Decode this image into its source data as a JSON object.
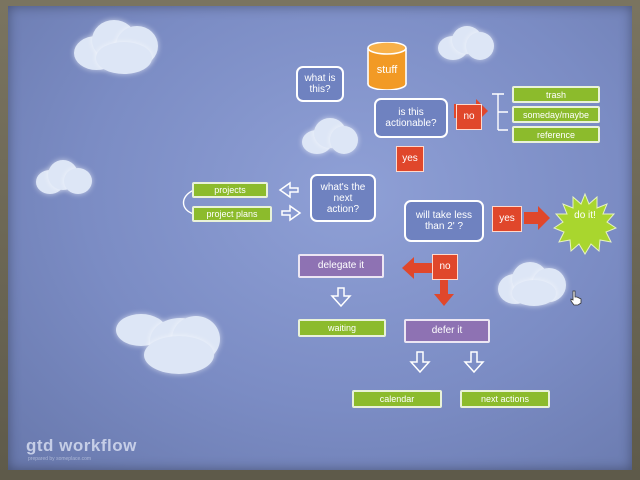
{
  "diagram": {
    "stuff": "stuff",
    "what_is_this": "what is this?",
    "is_actionable": "is this actionable?",
    "no_top": "no",
    "trash": "trash",
    "someday_maybe": "someday/maybe",
    "reference": "reference",
    "yes_mid": "yes",
    "next_action": "what's the next action?",
    "projects": "projects",
    "project_plans": "project plans",
    "less_than_2": "will take less than 2' ?",
    "yes_right": "yes",
    "do_it": "do it!",
    "no_mid": "no",
    "delegate_it": "delegate it",
    "waiting": "waiting",
    "defer_it": "defer it",
    "calendar": "calendar",
    "next_actions": "next actions"
  },
  "footer": {
    "title": "gtd workflow",
    "credit": "prepared by someplace.com"
  },
  "colors": {
    "green": "#8cbb2c",
    "purple": "#8e72b3",
    "red": "#e0472b",
    "orange": "#f29a25",
    "star": "#a9d62e",
    "background": "#7b8cc4"
  }
}
